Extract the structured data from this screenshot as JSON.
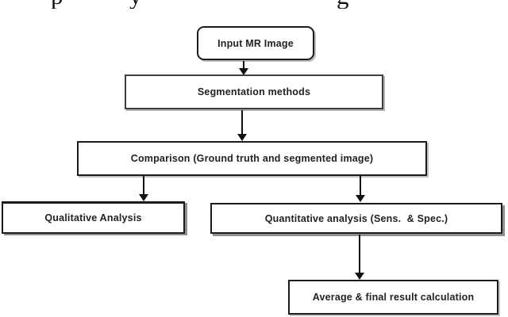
{
  "figure": {
    "type": "flowchart",
    "background_color": "#ffffff",
    "border_color": "#1c1c1c",
    "shadow_color": "#8f8f8f",
    "arrow_color": "#111111",
    "cropped_fragments": [
      "p",
      "y",
      "g"
    ],
    "nodes": [
      {
        "id": "input",
        "shape": "rounded-rectangle",
        "label": "Input MR Image"
      },
      {
        "id": "segmentation",
        "shape": "rectangle",
        "label": "Segmentation methods"
      },
      {
        "id": "comparison",
        "shape": "rectangle",
        "label": "Comparison (Ground truth and segmented image)"
      },
      {
        "id": "qualitative",
        "shape": "rectangle",
        "label": "Qualitative Analysis"
      },
      {
        "id": "quantitative",
        "shape": "rectangle",
        "label": "Quantitative analysis (Sens.  & Spec.)"
      },
      {
        "id": "average",
        "shape": "rectangle",
        "label": "Average & final result calculation"
      }
    ],
    "edges": [
      {
        "from": "input",
        "to": "segmentation",
        "style": "arrow-down"
      },
      {
        "from": "segmentation",
        "to": "comparison",
        "style": "arrow-down"
      },
      {
        "from": "comparison",
        "to": "qualitative",
        "style": "arrow-down"
      },
      {
        "from": "comparison",
        "to": "quantitative",
        "style": "arrow-down"
      },
      {
        "from": "quantitative",
        "to": "average",
        "style": "arrow-down"
      }
    ]
  }
}
